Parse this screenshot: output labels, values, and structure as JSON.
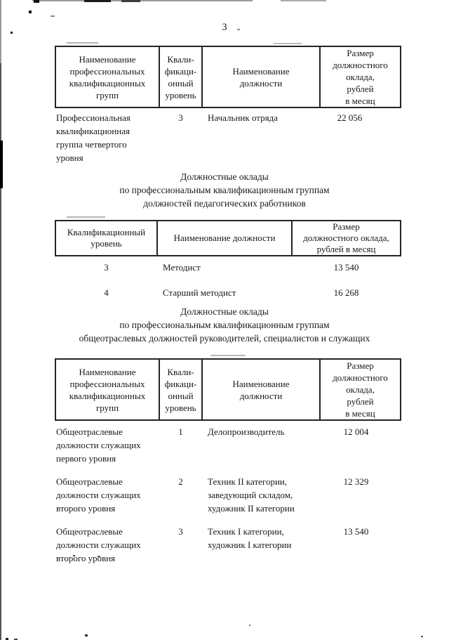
{
  "page": {
    "number": "3"
  },
  "section1": {
    "table": {
      "headers": {
        "group": "Наименование\nпрофессиональных\nквалификационных\nгрупп",
        "level": "Квали-\nфикаци-\nонный\nуровень",
        "position": "Наименование\nдолжности",
        "salary": "Размер\nдолжностного\nоклада,\nрублей\nв месяц"
      },
      "rows": [
        {
          "group": "Профессиональная\nквалификационная\nгруппа четвертого\nуровня",
          "level": "3",
          "position": "Начальник отряда",
          "salary": "22 056"
        }
      ]
    }
  },
  "section2": {
    "title": "Должностные оклады\nпо профессиональным квалификационным группам\nдолжностей педагогических работников",
    "table": {
      "headers": {
        "level": "Квалификационный\nуровень",
        "position": "Наименование должности",
        "salary": "Размер\nдолжностного оклада,\nрублей в месяц"
      },
      "rows": [
        {
          "level": "3",
          "position": "Методист",
          "salary": "13 540"
        },
        {
          "level": "4",
          "position": "Старший методист",
          "salary": "16 268"
        }
      ]
    }
  },
  "section3": {
    "title": "Должностные оклады\nпо профессиональным квалификационным группам\nобщеотраслевых должностей руководителей, специалистов и служащих",
    "table": {
      "headers": {
        "group": "Наименование\nпрофессиональных\nквалификационных\nгрупп",
        "level": "Квали-\nфикаци-\nонный\nуровень",
        "position": "Наименование\nдолжности",
        "salary": "Размер\nдолжностного\nоклада,\nрублей\nв месяц"
      },
      "rows": [
        {
          "group": "Общеотраслевые\nдолжности служащих\nпервого уровня",
          "level": "1",
          "position": "Делопроизводитель",
          "salary": "12 004"
        },
        {
          "group": "Общеотраслевые\nдолжности служащих\nвторого уровня",
          "level": "2",
          "position": "Техник II категории,\nзаведующий складом,\nхудожник II категории",
          "salary": "12 329"
        },
        {
          "group": "Общеотраслевые\nдолжности служащих\nвторого уровня",
          "level": "3",
          "position": "Техник I категории,\nхудожник I категории",
          "salary": "13 540"
        }
      ]
    }
  }
}
